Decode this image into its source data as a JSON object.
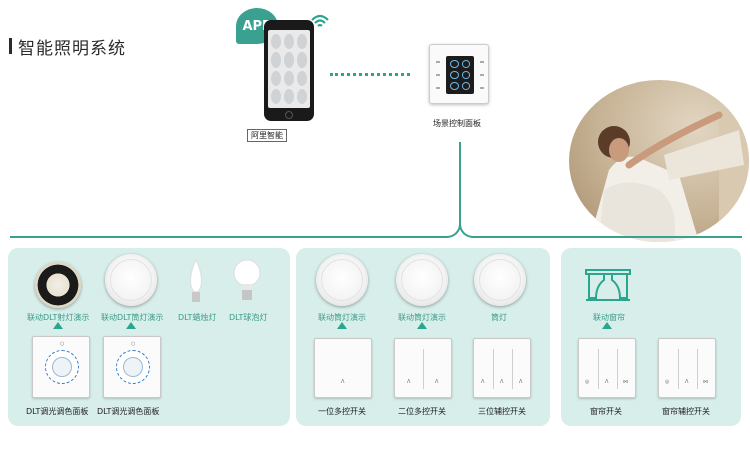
{
  "header": {
    "title": "智能照明系统"
  },
  "top": {
    "app_badge": "APP",
    "phone_label": "阿里智能",
    "scene_panel_label": "场景控制面板"
  },
  "group1": {
    "lights": [
      {
        "label": "联动DLT射灯演示"
      },
      {
        "label": "联动DLT筒灯演示"
      },
      {
        "label": "DLT蜡烛灯"
      },
      {
        "label": "DLT球泡灯"
      }
    ],
    "switches": [
      {
        "label": "DLT调光调色面板"
      },
      {
        "label": "DLT调光调色面板"
      }
    ]
  },
  "group2": {
    "lights": [
      {
        "label": "联动筒灯演示"
      },
      {
        "label": "联动筒灯演示"
      },
      {
        "label": "筒灯"
      }
    ],
    "switches": [
      {
        "label": "一位多控开关"
      },
      {
        "label": "二位多控开关"
      },
      {
        "label": "三位辅控开关"
      }
    ]
  },
  "group3": {
    "curtain_label": "联动窗帘",
    "switches": [
      {
        "label": "窗帘开关"
      },
      {
        "label": "窗帘辅控开关"
      }
    ]
  },
  "colors": {
    "accent": "#2aa58f",
    "group_bg": "#d8eeea"
  }
}
